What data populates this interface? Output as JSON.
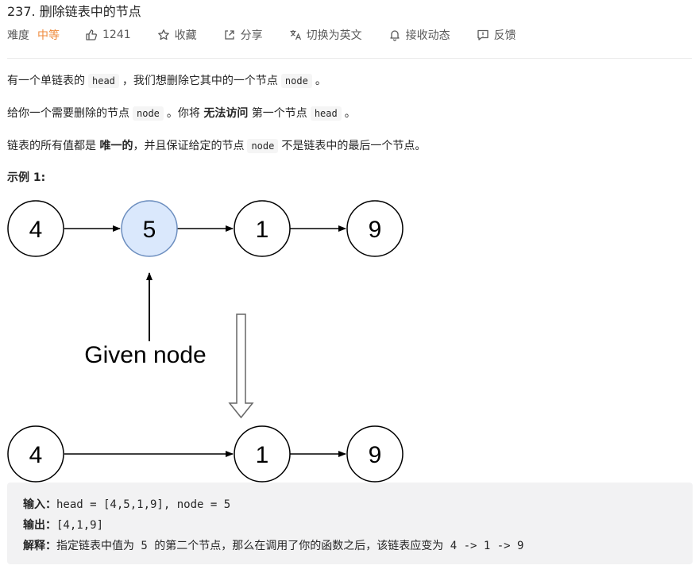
{
  "title": "237. 删除链表中的节点",
  "meta": {
    "difficulty_label": "难度",
    "difficulty_value": "中等",
    "likes": "1241",
    "favorite": "收藏",
    "share": "分享",
    "switch_lang": "切换为英文",
    "notify": "接收动态",
    "feedback": "反馈"
  },
  "desc": {
    "p1_a": "有一个单链表的",
    "p1_code1": "head",
    "p1_b": "，我们想删除它其中的一个节点",
    "p1_code2": "node",
    "p1_c": "。",
    "p2_a": "给你一个需要删除的节点",
    "p2_code1": "node",
    "p2_b": "。你将",
    "p2_bold": "无法访问",
    "p2_c": "第一个节点",
    "p2_code2": "head",
    "p2_d": "。",
    "p3_a": "链表的所有值都是",
    "p3_bold": "唯一的",
    "p3_b": "，并且保证给定的节点",
    "p3_code": "node",
    "p3_c": "不是链表中的最后一个节点。"
  },
  "example": {
    "title": "示例 1:",
    "top_nodes": [
      "4",
      "5",
      "1",
      "9"
    ],
    "bottom_nodes": [
      "4",
      "1",
      "9"
    ],
    "given_label": "Given node",
    "input_label": "输入：",
    "input_value": "head = [4,5,1,9], node = 5",
    "output_label": "输出：",
    "output_value": "[4,1,9]",
    "explain_label": "解释：",
    "explain_a": "指定链表中值为",
    "explain_code1": " 5 ",
    "explain_b": "的第二个节点，那么在调用了你的函数之后，该链表应变为",
    "explain_code2": " 4 -> 1 -> 9"
  },
  "colors": {
    "accent_orange": "#ef8a3b",
    "highlight_node_fill": "#dae8fc",
    "highlight_node_stroke": "#6c8ebf",
    "example_bg": "#f2f2f3"
  }
}
